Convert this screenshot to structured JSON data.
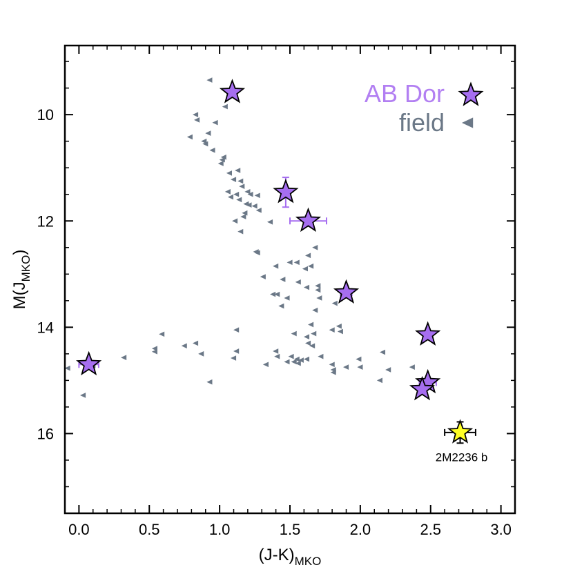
{
  "chart_data": {
    "type": "scatter",
    "xlabel_main": "(J-K)",
    "xlabel_sub": "MKO",
    "ylabel_main": "M(J",
    "ylabel_sub": "MKO",
    "ylabel_close": ")",
    "xlim": [
      -0.1,
      3.1
    ],
    "ylim": [
      17.5,
      8.7
    ],
    "y_inverted": true,
    "x_ticks": [
      0.0,
      0.5,
      1.0,
      1.5,
      2.0,
      2.5,
      3.0
    ],
    "x_tick_labels": [
      "0.0",
      "0.5",
      "1.0",
      "1.5",
      "2.0",
      "2.5",
      "3.0"
    ],
    "y_ticks": [
      10,
      12,
      14,
      16
    ],
    "y_tick_labels": [
      "10",
      "12",
      "14",
      "16"
    ],
    "grid": false,
    "legend_placement": "top-right",
    "colors": {
      "abdor": "#a66ef0",
      "abdor_text": "#b27ff2",
      "field": "#6b7887",
      "target": "#ffff24"
    },
    "series": [
      {
        "name": "AB Dor",
        "marker": "star",
        "points": [
          {
            "x": 1.09,
            "y": 9.58,
            "xerr": 0.0,
            "yerr": 0.0
          },
          {
            "x": 1.47,
            "y": 11.46,
            "xerr": 0.0,
            "yerr": 0.28
          },
          {
            "x": 1.63,
            "y": 12.0,
            "xerr": 0.13,
            "yerr": 0.1
          },
          {
            "x": 1.9,
            "y": 13.35,
            "xerr": 0.04,
            "yerr": 0.06
          },
          {
            "x": 2.48,
            "y": 14.14,
            "xerr": 0.0,
            "yerr": 0.0
          },
          {
            "x": 2.48,
            "y": 15.04,
            "xerr": 0.06,
            "yerr": 0.0
          },
          {
            "x": 2.44,
            "y": 15.17,
            "xerr": 0.03,
            "yerr": 0.0
          },
          {
            "x": 0.07,
            "y": 14.7,
            "xerr": 0.07,
            "yerr": 0.0
          }
        ]
      },
      {
        "name": "field",
        "marker": "triangle-left",
        "points": [
          {
            "x": 0.93,
            "y": 9.35
          },
          {
            "x": 1.04,
            "y": 9.85
          },
          {
            "x": 0.83,
            "y": 10.0
          },
          {
            "x": 0.84,
            "y": 10.1
          },
          {
            "x": 0.97,
            "y": 10.15
          },
          {
            "x": 0.92,
            "y": 10.35
          },
          {
            "x": 0.79,
            "y": 10.42
          },
          {
            "x": 0.89,
            "y": 10.5
          },
          {
            "x": 0.9,
            "y": 10.55
          },
          {
            "x": 0.95,
            "y": 10.67
          },
          {
            "x": 1.03,
            "y": 10.8
          },
          {
            "x": 1.02,
            "y": 10.85
          },
          {
            "x": 1.01,
            "y": 10.92
          },
          {
            "x": 1.13,
            "y": 11.05
          },
          {
            "x": 1.07,
            "y": 11.1
          },
          {
            "x": 1.1,
            "y": 11.22
          },
          {
            "x": 1.15,
            "y": 11.25
          },
          {
            "x": 1.16,
            "y": 11.35
          },
          {
            "x": 1.06,
            "y": 11.45
          },
          {
            "x": 1.12,
            "y": 11.5
          },
          {
            "x": 1.08,
            "y": 11.55
          },
          {
            "x": 1.2,
            "y": 11.45
          },
          {
            "x": 1.22,
            "y": 11.5
          },
          {
            "x": 1.14,
            "y": 11.6
          },
          {
            "x": 1.27,
            "y": 11.52
          },
          {
            "x": 1.19,
            "y": 11.68
          },
          {
            "x": 1.21,
            "y": 11.7
          },
          {
            "x": 1.25,
            "y": 11.72
          },
          {
            "x": 1.28,
            "y": 11.8
          },
          {
            "x": 1.18,
            "y": 11.85
          },
          {
            "x": 1.17,
            "y": 11.92
          },
          {
            "x": 1.11,
            "y": 12.0
          },
          {
            "x": 1.36,
            "y": 12.02
          },
          {
            "x": 1.15,
            "y": 12.2
          },
          {
            "x": 1.27,
            "y": 12.6
          },
          {
            "x": 1.26,
            "y": 12.58
          },
          {
            "x": 1.68,
            "y": 12.5
          },
          {
            "x": 1.63,
            "y": 12.65
          },
          {
            "x": 1.4,
            "y": 12.85
          },
          {
            "x": 1.55,
            "y": 12.78
          },
          {
            "x": 1.5,
            "y": 12.78
          },
          {
            "x": 1.61,
            "y": 12.9
          },
          {
            "x": 1.65,
            "y": 12.85
          },
          {
            "x": 1.31,
            "y": 13.05
          },
          {
            "x": 1.45,
            "y": 13.1
          },
          {
            "x": 1.56,
            "y": 13.15
          },
          {
            "x": 1.7,
            "y": 13.22
          },
          {
            "x": 1.7,
            "y": 13.3
          },
          {
            "x": 1.62,
            "y": 13.25
          },
          {
            "x": 1.38,
            "y": 13.38
          },
          {
            "x": 1.41,
            "y": 13.38
          },
          {
            "x": 1.48,
            "y": 13.45
          },
          {
            "x": 1.44,
            "y": 13.6
          },
          {
            "x": 1.71,
            "y": 13.45
          },
          {
            "x": 1.68,
            "y": 13.68
          },
          {
            "x": 1.82,
            "y": 13.55
          },
          {
            "x": 1.65,
            "y": 13.95
          },
          {
            "x": 1.85,
            "y": 13.98
          },
          {
            "x": 1.86,
            "y": 14.08
          },
          {
            "x": 1.67,
            "y": 14.12
          },
          {
            "x": 1.8,
            "y": 14.05
          },
          {
            "x": 1.53,
            "y": 14.12
          },
          {
            "x": 1.62,
            "y": 14.18
          },
          {
            "x": 1.12,
            "y": 14.05
          },
          {
            "x": 0.59,
            "y": 14.13
          },
          {
            "x": 0.83,
            "y": 14.3
          },
          {
            "x": 0.75,
            "y": 14.35
          },
          {
            "x": 0.54,
            "y": 14.4
          },
          {
            "x": 0.54,
            "y": 14.46
          },
          {
            "x": 0.87,
            "y": 14.5
          },
          {
            "x": 1.12,
            "y": 14.45
          },
          {
            "x": 1.63,
            "y": 14.3
          },
          {
            "x": 1.66,
            "y": 14.35
          },
          {
            "x": 1.4,
            "y": 14.45
          },
          {
            "x": 1.41,
            "y": 14.55
          },
          {
            "x": 1.51,
            "y": 14.55
          },
          {
            "x": 1.72,
            "y": 14.55
          },
          {
            "x": 1.55,
            "y": 14.6
          },
          {
            "x": 1.58,
            "y": 14.62
          },
          {
            "x": 1.62,
            "y": 14.6
          },
          {
            "x": 1.48,
            "y": 14.65
          },
          {
            "x": 1.56,
            "y": 14.68
          },
          {
            "x": 1.53,
            "y": 14.65
          },
          {
            "x": 1.33,
            "y": 14.7
          },
          {
            "x": 1.8,
            "y": 14.7
          },
          {
            "x": 1.9,
            "y": 14.75
          },
          {
            "x": 1.81,
            "y": 14.8
          },
          {
            "x": 2.0,
            "y": 14.75
          },
          {
            "x": 1.99,
            "y": 14.6
          },
          {
            "x": 2.16,
            "y": 14.47
          },
          {
            "x": 2.2,
            "y": 14.8
          },
          {
            "x": 2.14,
            "y": 15.0
          },
          {
            "x": 2.37,
            "y": 14.75
          },
          {
            "x": 1.81,
            "y": 14.85
          },
          {
            "x": 1.1,
            "y": 14.58
          },
          {
            "x": 0.32,
            "y": 14.57
          },
          {
            "x": 0.93,
            "y": 15.03
          },
          {
            "x": 0.03,
            "y": 15.28
          },
          {
            "x": -0.08,
            "y": 14.77
          },
          {
            "x": 0.1,
            "y": 14.72
          }
        ]
      },
      {
        "name": "2M2236 b",
        "marker": "star",
        "points": [
          {
            "x": 2.71,
            "y": 15.98,
            "xerr": 0.11,
            "yerr": 0.2
          }
        ]
      }
    ],
    "legend": [
      {
        "label": "AB Dor",
        "marker": "star"
      },
      {
        "label": "field",
        "marker": "triangle-left"
      }
    ],
    "annotations": [
      {
        "text": "2M2236 b",
        "x": 2.72,
        "y": 16.52
      }
    ]
  }
}
